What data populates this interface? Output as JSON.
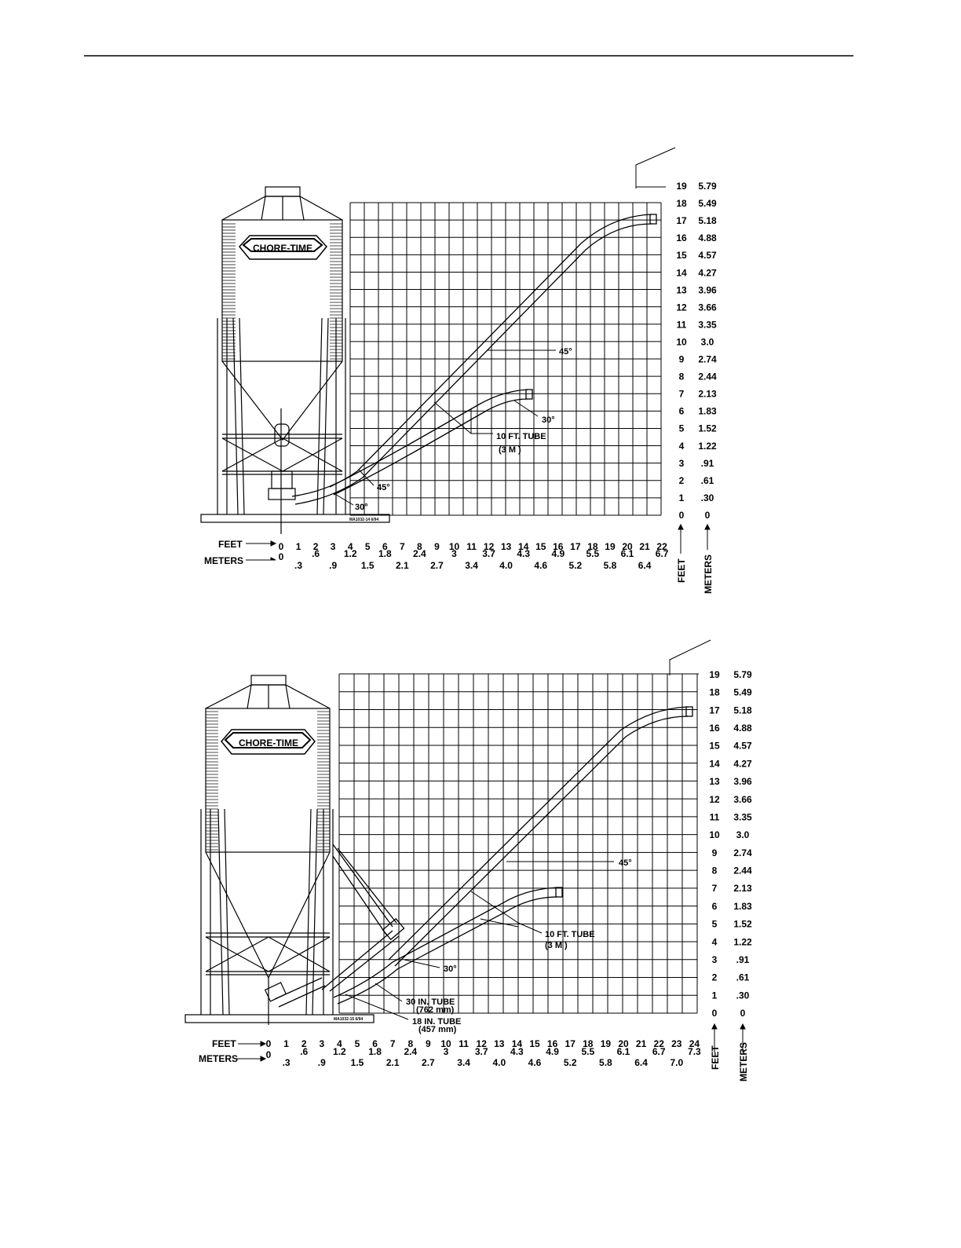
{
  "figures": [
    {
      "brand": "CHORE-TIME",
      "drawing_number": "MA1032-14 6/94",
      "axis_feet_label": "FEET",
      "axis_meters_label": "METERS",
      "x_feet": [
        "0",
        "1",
        "2",
        "3",
        "4",
        "5",
        "6",
        "7",
        "8",
        "9",
        "10",
        "11",
        "12",
        "13",
        "14",
        "15",
        "16",
        "17",
        "18",
        "19",
        "20",
        "21",
        "22"
      ],
      "x_meters": [
        "0",
        ".3",
        ".6",
        ".9",
        "1.2",
        "1.5",
        "1.8",
        "2.1",
        "2.4",
        "2.7",
        "3",
        "3.4",
        "3.7",
        "4.0",
        "4.3",
        "4.6",
        "4.9",
        "5.2",
        "5.5",
        "5.8",
        "6.1",
        "6.4",
        "6.7"
      ],
      "y_feet": [
        "0",
        "1",
        "2",
        "3",
        "4",
        "5",
        "6",
        "7",
        "8",
        "9",
        "10",
        "11",
        "12",
        "13",
        "14",
        "15",
        "16",
        "17",
        "18",
        "19"
      ],
      "y_meters": [
        "0",
        ".30",
        ".61",
        ".91",
        "1.22",
        "1.52",
        "1.83",
        "2.13",
        "2.44",
        "2.74",
        "3.0",
        "3.35",
        "3.66",
        "3.96",
        "4.27",
        "4.57",
        "4.88",
        "5.18",
        "5.49",
        "5.79"
      ],
      "vertical_feet_label": "FEET",
      "vertical_meters_label": "METERS",
      "callouts": {
        "angle_45_upper": "45°",
        "angle_30_upper": "30°",
        "tube_label_1": "10 FT. TUBE",
        "tube_label_2": "(3 M )",
        "angle_45_lower": "45°",
        "angle_30_lower": "30°"
      }
    },
    {
      "brand": "CHORE-TIME",
      "drawing_number": "MA1032-15 6/94",
      "axis_feet_label": "FEET",
      "axis_meters_label": "METERS",
      "x_feet": [
        "0",
        "1",
        "2",
        "3",
        "4",
        "5",
        "6",
        "7",
        "8",
        "9",
        "10",
        "11",
        "12",
        "13",
        "14",
        "15",
        "16",
        "17",
        "18",
        "19",
        "20",
        "21",
        "22",
        "23",
        "24"
      ],
      "x_meters": [
        "0",
        ".3",
        ".6",
        ".9",
        "1.2",
        "1.5",
        "1.8",
        "2.1",
        "2.4",
        "2.7",
        "3",
        "3.4",
        "3.7",
        "4.0",
        "4.3",
        "4.6",
        "4.9",
        "5.2",
        "5.5",
        "5.8",
        "6.1",
        "6.4",
        "6.7",
        "7.0",
        "7.3"
      ],
      "y_feet": [
        "0",
        "1",
        "2",
        "3",
        "4",
        "5",
        "6",
        "7",
        "8",
        "9",
        "10",
        "11",
        "12",
        "13",
        "14",
        "15",
        "16",
        "17",
        "18",
        "19"
      ],
      "y_meters": [
        "0",
        ".30",
        ".61",
        ".91",
        "1.22",
        "1.52",
        "1.83",
        "2.13",
        "2.44",
        "2.74",
        "3.0",
        "3.35",
        "3.66",
        "3.96",
        "4.27",
        "4.57",
        "4.88",
        "5.18",
        "5.49",
        "5.79"
      ],
      "vertical_feet_label": "FEET",
      "vertical_meters_label": "METERS",
      "callouts": {
        "angle_45": "45°",
        "tube_label_1": "10 FT. TUBE",
        "tube_label_2": "(3 M )",
        "angle_30": "30°",
        "tube30_1": "30 IN. TUBE",
        "tube30_2": "(762 mm)",
        "tube18_1": "18 IN. TUBE",
        "tube18_2": "(457 mm)"
      }
    }
  ]
}
